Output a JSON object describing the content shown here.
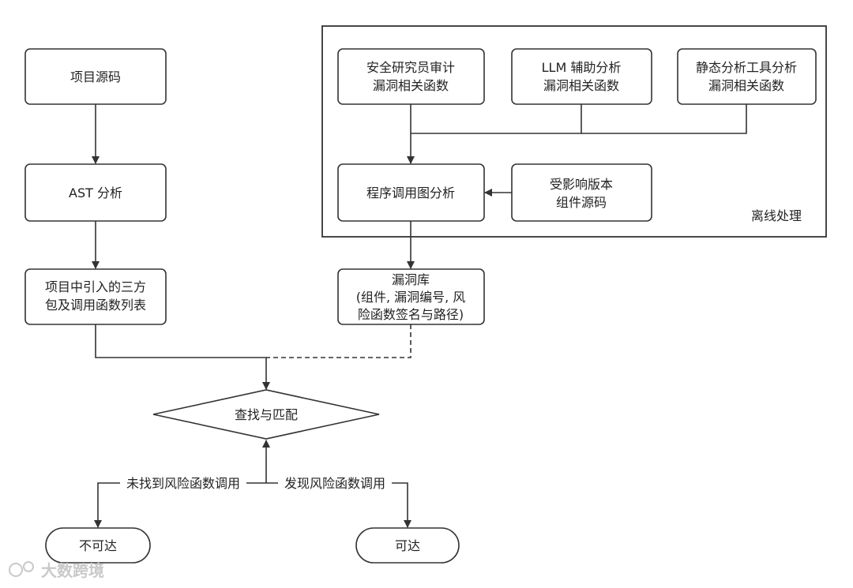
{
  "nodes": {
    "source": "项目源码",
    "ast": "AST 分析",
    "deps": [
      "项目中引入的三方",
      "包及调用函数列表"
    ],
    "researcher": [
      "安全研究员审计",
      "漏洞相关函数"
    ],
    "llm": [
      "LLM 辅助分析",
      "漏洞相关函数"
    ],
    "static": [
      "静态分析工具分析",
      "漏洞相关函数"
    ],
    "callgraph": "程序调用图分析",
    "affected": [
      "受影响版本",
      "组件源码"
    ],
    "offline": "离线处理",
    "vulndb": [
      "漏洞库",
      "(组件, 漏洞编号, 风",
      "险函数签名与路径)"
    ],
    "match": "查找与匹配",
    "unreachable": "不可达",
    "reachable": "可达"
  },
  "edges": {
    "not_found": "未找到风险函数调用",
    "found": "发现风险函数调用"
  },
  "watermark": "大数跨境"
}
